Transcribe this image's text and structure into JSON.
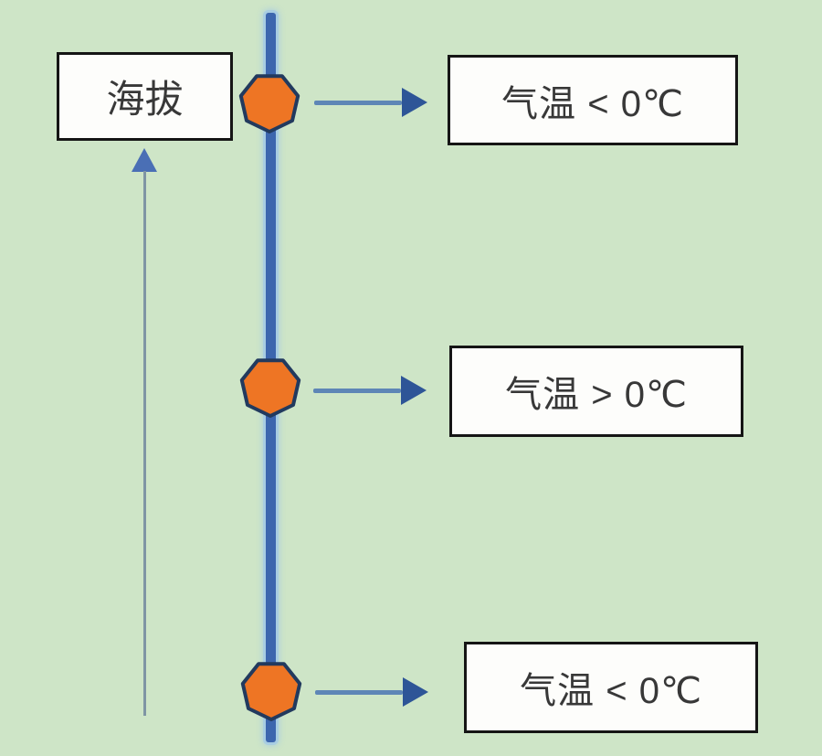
{
  "diagram": {
    "type": "altitude-temperature-relationship",
    "axis": {
      "label": "海拔",
      "direction": "up"
    },
    "nodes": [
      {
        "position": "top",
        "label": "气温 < 0℃"
      },
      {
        "position": "middle",
        "label": "气温 > 0℃"
      },
      {
        "position": "bottom",
        "label": "气温 < 0℃"
      }
    ]
  },
  "colors": {
    "background": "#cee5c7",
    "line_blue": "#3c66ae",
    "octagon_fill": "#ee7524",
    "octagon_border": "#223a5e",
    "arrow_shaft": "#5e86b6",
    "arrow_head": "#2e5597",
    "axis_arrow_shaft": "#7f95a4",
    "axis_arrow_head": "#4a6fb5",
    "box_bg": "#fdfdfb",
    "box_border": "#151515",
    "text": "#383838"
  }
}
